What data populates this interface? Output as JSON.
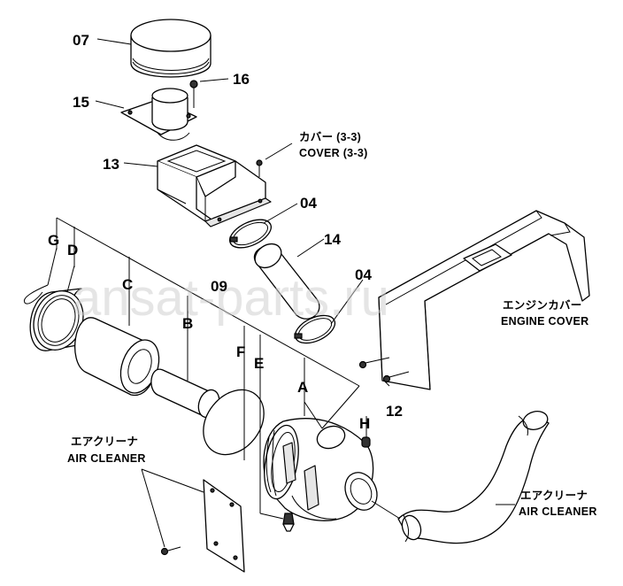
{
  "watermark": "ansat-parts.ru",
  "labels": {
    "p07": "07",
    "p16": "16",
    "p15": "15",
    "p13": "13",
    "p04a": "04",
    "p14": "14",
    "p04b": "04",
    "p09": "09",
    "p12": "12",
    "pG": "G",
    "pD": "D",
    "pC": "C",
    "pB": "B",
    "pF": "F",
    "pE": "E",
    "pA": "A",
    "pH": "H"
  },
  "captions": {
    "cover_jp": "カバー (3-3)",
    "cover_en": "COVER (3-3)",
    "engine_cover_jp": "エンジンカバー",
    "engine_cover_en": "ENGINE COVER",
    "air_cleaner_left_jp": "エアクリーナ",
    "air_cleaner_left_en": "AIR CLEANER",
    "air_cleaner_right_jp": "エアクリーナ",
    "air_cleaner_right_en": "AIR CLEANER"
  }
}
